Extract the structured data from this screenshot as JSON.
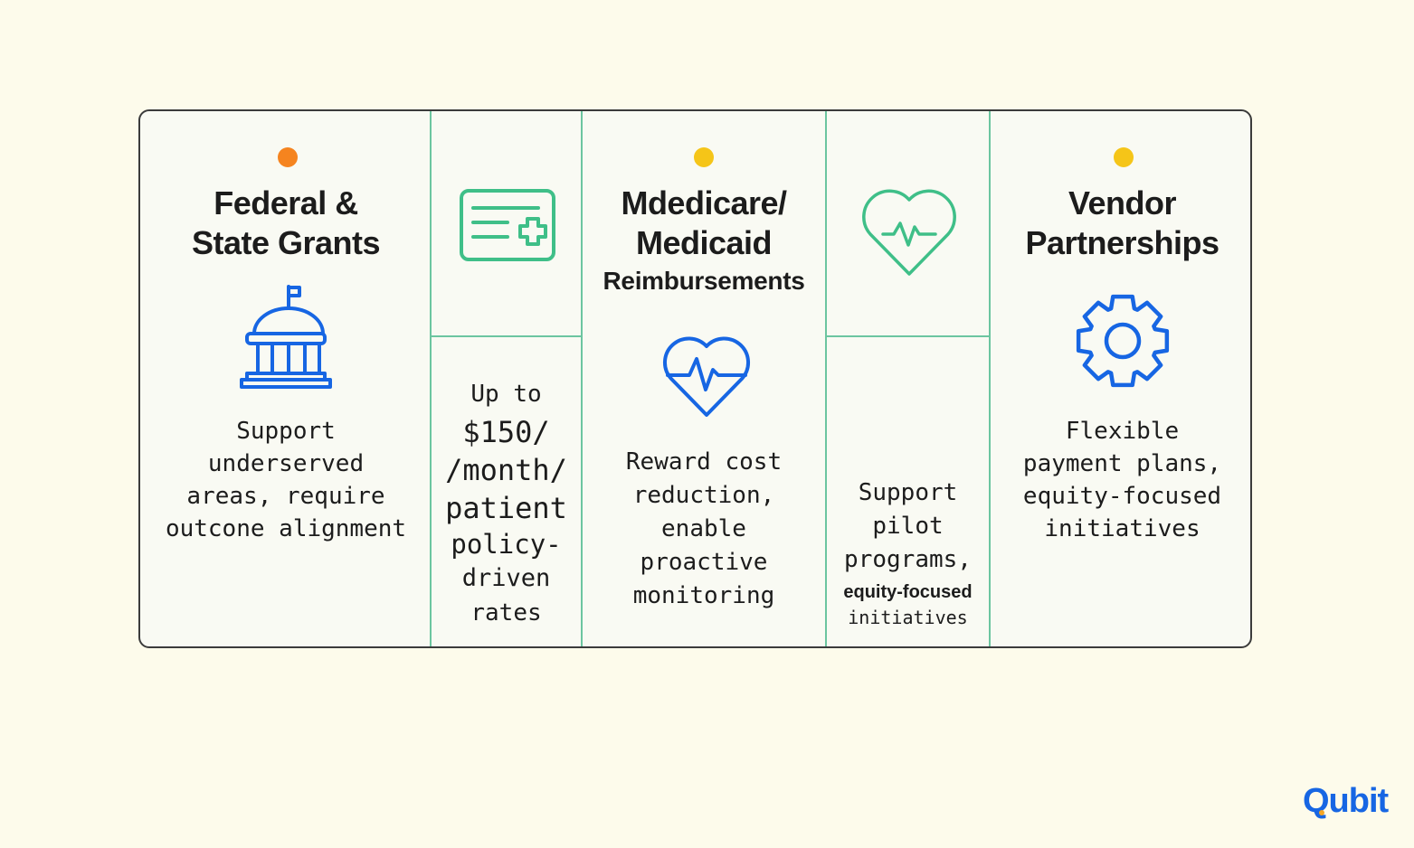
{
  "colors": {
    "accent_green": "#6cc5a0",
    "icon_blue": "#1766e3",
    "dot_orange": "#f5841f",
    "dot_yellow": "#f5c518",
    "background": "#fdfbeb"
  },
  "columns": [
    {
      "dot_color": "#f5841f",
      "title_lines": [
        "Federal &",
        "State Grants"
      ],
      "icon": "government-building-icon",
      "body_lines": [
        "Support",
        "underserved",
        "areas, require",
        "outcone alignment"
      ]
    },
    {
      "icon": "medical-card-icon",
      "body_lines": [
        "Up to",
        "$150/",
        "/month/",
        "patient",
        "policy-",
        "driven",
        "rates"
      ]
    },
    {
      "dot_color": "#f5c518",
      "title_lines": [
        "Mdedicare/",
        "Medicaid"
      ],
      "subtitle": "Reimbursements",
      "icon": "heart-pulse-icon",
      "body_lines": [
        "Reward cost",
        "reduction,",
        "enable",
        "proactive",
        "monitoring"
      ]
    },
    {
      "icon": "heart-pulse-outline-icon",
      "body_lines": [
        "Support",
        "pilot",
        "programs,"
      ],
      "body_small_lines": [
        "equity-focused",
        "initiatives"
      ]
    },
    {
      "dot_color": "#f5c518",
      "title_lines": [
        "Vendor",
        "Partnerships"
      ],
      "icon": "gear-icon",
      "body_lines": [
        "Flexible",
        "payment plans,",
        "equity-focused",
        "initiatives"
      ]
    }
  ],
  "brand": {
    "logo_text": "Qubit"
  }
}
